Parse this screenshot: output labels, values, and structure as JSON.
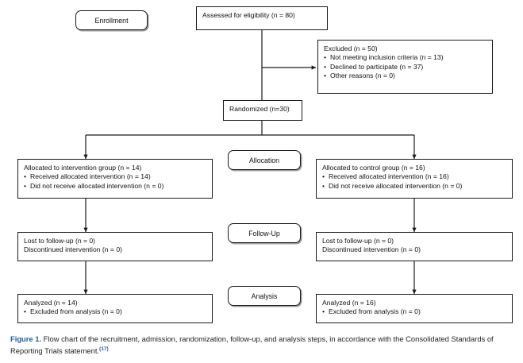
{
  "figure": {
    "caption_label": "Figure 1.",
    "caption_text": " Flow chart of the recruitment, admission, randomization, follow-up, and analysis steps, in accordance with the Consolidated Standards of Reporting Trials statement.",
    "caption_reference": "(17)",
    "label_color": "#1f5fa0",
    "reference_color": "#1f5fa0"
  },
  "chart_data": {
    "type": "diagram",
    "title": "CONSORT participant flow diagram",
    "stages": [
      "Enrollment",
      "Allocation",
      "Follow-Up",
      "Analysis"
    ],
    "counts": {
      "assessed": 80,
      "excluded": 50,
      "not_meeting_inclusion_criteria": 13,
      "declined_to_participate": 37,
      "other_reasons": 0,
      "randomized": 30,
      "intervention_allocated": 14,
      "intervention_received": 14,
      "intervention_not_received": 0,
      "control_allocated": 16,
      "control_received": 16,
      "control_not_received": 0,
      "intervention_lost_to_followup": 0,
      "intervention_discontinued": 0,
      "control_lost_to_followup": 0,
      "control_discontinued": 0,
      "intervention_analyzed": 14,
      "intervention_excluded_from_analysis": 0,
      "control_analyzed": 16,
      "control_excluded_from_analysis": 0
    }
  },
  "stages": {
    "enrollment": "Enrollment",
    "allocation": "Allocation",
    "followup": "Follow-Up",
    "analysis": "Analysis"
  },
  "nodes": {
    "eligibility": {
      "line1": "Assessed for eligibility (n = 80)"
    },
    "excluded": {
      "line1": "Excluded (n = 50)",
      "bullet1": "Not meeting inclusion criteria (n = 13)",
      "bullet2": "Declined to participate (n = 37)",
      "bullet3": "Other reasons (n = 0)"
    },
    "randomized": {
      "line1": "Randomized (n=30)"
    },
    "allocation_left": {
      "line1": "Allocated to intervention group (n = 14)",
      "bullet1": "Received allocated intervention (n = 14)",
      "bullet2": "Did not receive allocated intervention (n = 0)"
    },
    "allocation_right": {
      "line1": "Allocated to control group (n = 16)",
      "bullet1": "Received allocated intervention (n = 16)",
      "bullet2": "Did not receive allocated intervention (n = 0)"
    },
    "followup_left": {
      "line1": "Lost to follow-up (n = 0)",
      "line2": "Discontinued intervention (n = 0)"
    },
    "followup_right": {
      "line1": "Lost to follow-up (n = 0)",
      "line2": "Discontinued intervention (n = 0)"
    },
    "analysis_left": {
      "line1": "Analyzed (n = 14)",
      "bullet1": "Excluded from analysis (n = 0)"
    },
    "analysis_right": {
      "line1": "Analyzed (n = 16)",
      "bullet1": "Excluded from analysis (n = 0)"
    }
  }
}
